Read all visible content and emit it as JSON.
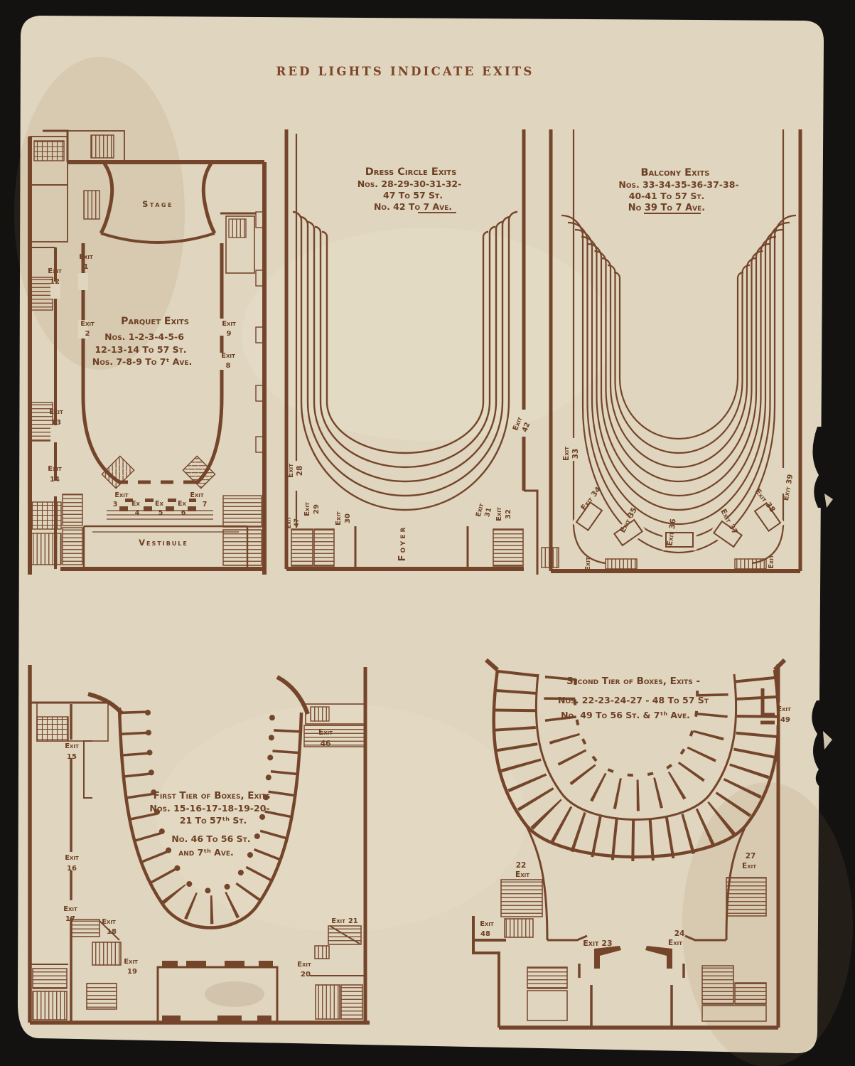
{
  "page": {
    "title": "RED LIGHTS INDICATE EXITS"
  },
  "colors": {
    "ink": "#74452a",
    "paper": "#e0d5bf",
    "background": "#131211"
  },
  "plans": {
    "parquet": {
      "stage": "Stage",
      "vestibule": "Vestibule",
      "title": "Parquet Exits",
      "line1": "Nos. 1-2-3-4-5-6",
      "line2": "12-13-14 To 57 St.",
      "line3": "Nos. 7-8-9 To 7ᵗ Ave.",
      "exits": {
        "e1": {
          "w": "Exit",
          "n": "1"
        },
        "e2": {
          "w": "Exit",
          "n": "2"
        },
        "e3": {
          "w": "Exit",
          "n": "3"
        },
        "e4": {
          "w": "Ex",
          "n": "4"
        },
        "e5": {
          "w": "Ex",
          "n": "5"
        },
        "e6": {
          "w": "Ex",
          "n": "6"
        },
        "e7": {
          "w": "Exit",
          "n": "7"
        },
        "e8": {
          "w": "Exit",
          "n": "8"
        },
        "e9": {
          "w": "Exit",
          "n": "9"
        },
        "e12": {
          "w": "Exit",
          "n": "12"
        },
        "e13": {
          "w": "Exit",
          "n": "13"
        },
        "e14": {
          "w": "Exit",
          "n": "14"
        }
      }
    },
    "dress_circle": {
      "title": "Dress Circle Exits",
      "line1": "Nos. 28-29-30-31-32-",
      "line2": "47 To 57 St.",
      "line3": "No. 42 To 7 Ave.",
      "foyer": "Foyer",
      "exits": {
        "e28": {
          "w": "Exit",
          "n": "28"
        },
        "e29": {
          "w": "Exit",
          "n": "29"
        },
        "e30": {
          "w": "Exit",
          "n": "30"
        },
        "e31": {
          "w": "Exit",
          "n": "31"
        },
        "e32": {
          "w": "Exit",
          "n": "32"
        },
        "e42": {
          "w": "Exit",
          "n": "42"
        },
        "e47": {
          "w": "Exit",
          "n": "47"
        }
      }
    },
    "balcony": {
      "title": "Balcony Exits",
      "line1": "Nos. 33-34-35-36-37-38-",
      "line2": "40-41 To 57 St.",
      "line3": "No 39 To 7 Ave.",
      "exits": {
        "e33": {
          "w": "Exit",
          "n": "33"
        },
        "e34": {
          "w": "Exit",
          "n": "34"
        },
        "e35": {
          "w": "Exit",
          "n": "35"
        },
        "e36": {
          "w": "Exit",
          "n": "36"
        },
        "e37": {
          "w": "Exit",
          "n": "37"
        },
        "e38": {
          "w": "Exit",
          "n": "38"
        },
        "e39": {
          "w": "Exit",
          "n": "39"
        },
        "corner_left": {
          "w": "Exit"
        },
        "corner_right": {
          "w": "Exit"
        }
      }
    },
    "first_tier": {
      "title": "First Tier of Boxes, Exits",
      "line1": "Nos. 15-16-17-18-19-20-",
      "line2": "21 To 57ᵗʰ St.",
      "line3": "No. 46 To 56 St.",
      "line4": "and 7ᵗʰ Ave.",
      "exits": {
        "e15": {
          "w": "Exit",
          "n": "15"
        },
        "e16": {
          "w": "Exit",
          "n": "16"
        },
        "e17": {
          "w": "Exit",
          "n": "17"
        },
        "e18": {
          "w": "Exit",
          "n": "18"
        },
        "e19": {
          "w": "Exit",
          "n": "19"
        },
        "e20": {
          "w": "Exit",
          "n": "20"
        },
        "e21": {
          "w": "Exit",
          "n": "21"
        },
        "e46": {
          "w": "Exit",
          "n": "46"
        }
      }
    },
    "second_tier": {
      "title": "Second Tier of Boxes, Exits -",
      "line1": "Nos. 22-23-24-27 - 48 To 57 St",
      "line2": "No. 49 To 56 St. & 7ᵗʰ Ave.",
      "exits": {
        "e22": {
          "w": "Exit",
          "n": "22"
        },
        "e23": {
          "w": "Exit",
          "n": "23"
        },
        "e24": {
          "w": "Exit",
          "n": "24"
        },
        "e27": {
          "w": "Exit",
          "n": "27"
        },
        "e48": {
          "w": "Exit",
          "n": "48"
        },
        "e49": {
          "w": "Exit",
          "n": "49"
        }
      }
    }
  }
}
